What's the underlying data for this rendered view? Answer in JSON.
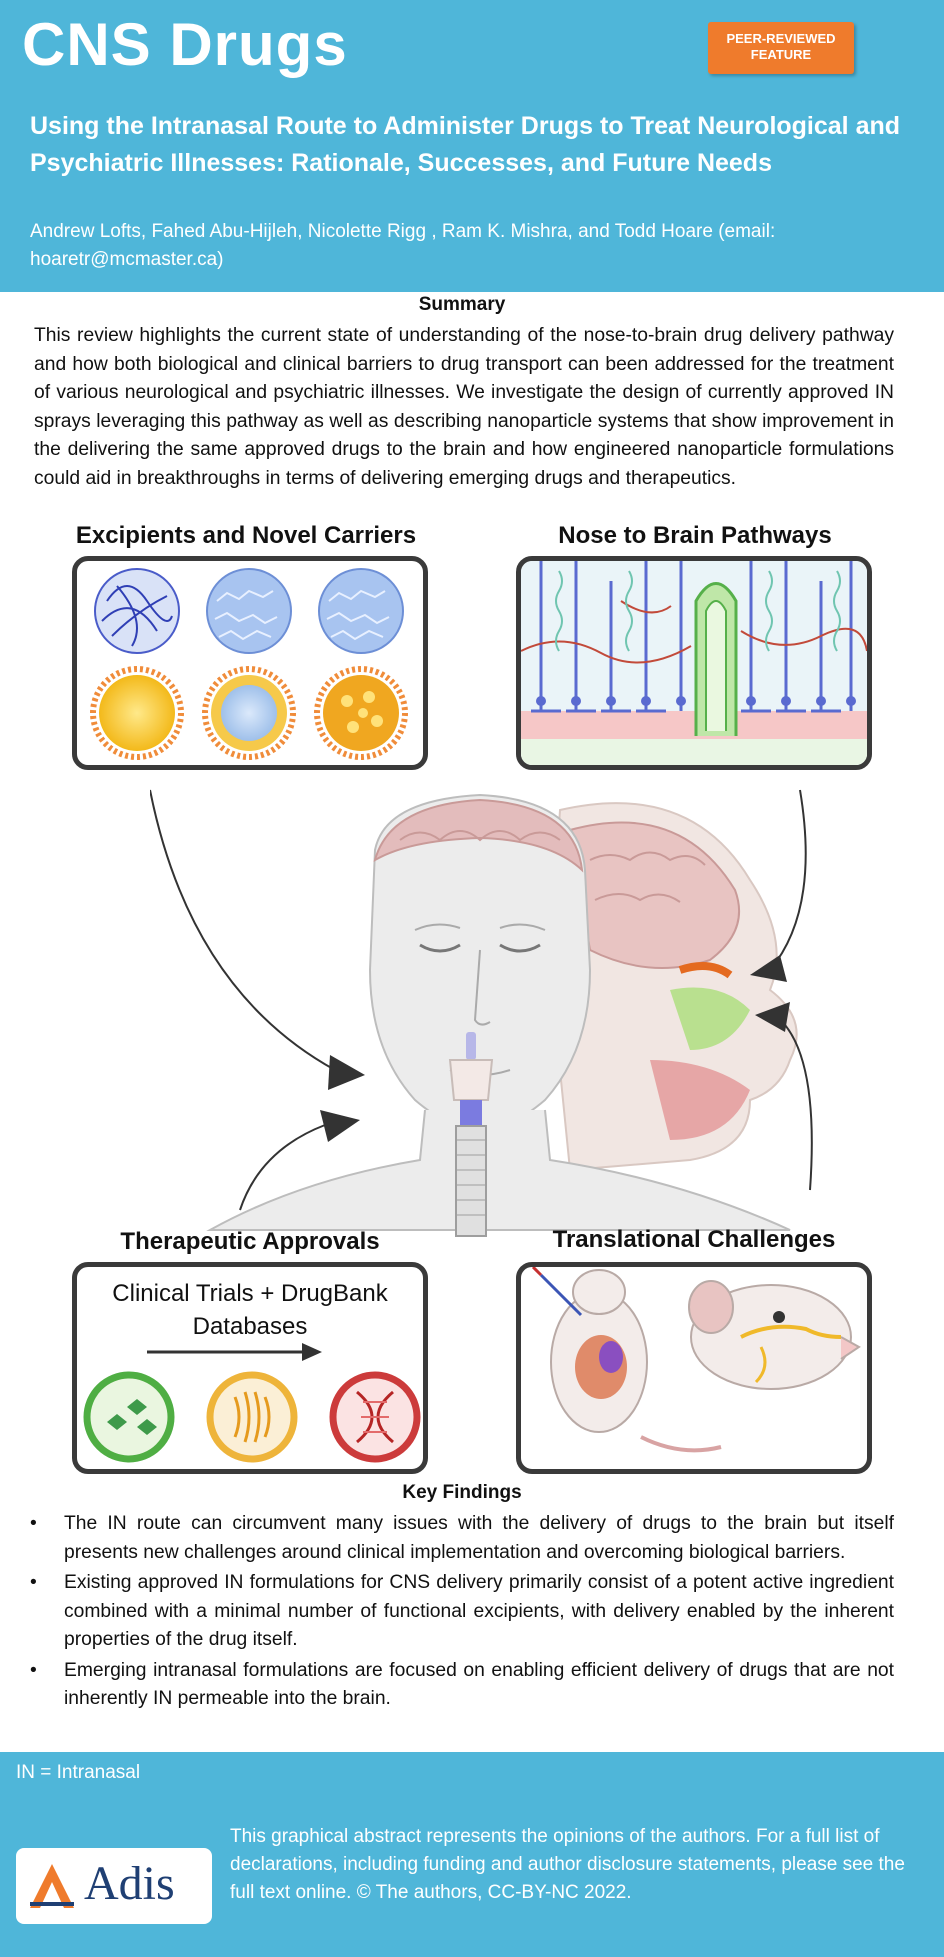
{
  "header": {
    "journal": "CNS Drugs",
    "badge": "PEER-REVIEWED\nFEATURE",
    "title": "Using the Intranasal Route to Administer Drugs to Treat Neurological and Psychiatric Illnesses: Rationale, Successes, and Future Needs",
    "authors": "Andrew Lofts, Fahed Abu-Hijleh, Nicolette Rigg , Ram K. Mishra, and Todd Hoare (email: hoaretr@mcmaster.ca)"
  },
  "summary": {
    "heading": "Summary",
    "text": "This review highlights the current state of understanding of the nose-to-brain drug delivery pathway and how both biological and clinical barriers to drug transport can been addressed for the treatment of various neurological and psychiatric illnesses. We investigate the design of currently approved IN sprays leveraging this pathway as well as describing nanoparticle systems that show improvement in the delivering the same approved drugs to the brain and how engineered nanoparticle formulations could aid in breakthroughs in terms of delivering emerging drugs and therapeutics."
  },
  "panels": {
    "excipients": "Excipients and Novel Carriers",
    "pathways": "Nose to Brain Pathways",
    "approvals": "Therapeutic Approvals",
    "approvals_box": "Clinical Trials + DrugBank Databases",
    "challenges": "Translational Challenges"
  },
  "findings": {
    "heading": "Key Findings",
    "bullet": "•",
    "items": [
      "The IN route can circumvent many issues with the delivery of drugs to the brain but itself presents new challenges around clinical implementation and overcoming biological barriers.",
      "Existing approved IN formulations for CNS delivery primarily consist of a potent active ingredient combined with a minimal number of functional excipients, with delivery enabled by the inherent properties of the drug itself.",
      "Emerging intranasal formulations are focused on enabling efficient delivery of drugs that are not inherently IN permeable into the brain."
    ]
  },
  "footer": {
    "abbreviation": "IN = Intranasal",
    "logo_text": "Adis",
    "disclaimer": "This graphical abstract represents the opinions of the authors. For a full list of declarations, including funding and author disclosure statements, please see the full text online. © The authors, CC-BY-NC 2022."
  },
  "colors": {
    "header_bg": "#4fb6d9",
    "badge_bg": "#ef7b2c",
    "logo_blue": "#1f3f73",
    "logo_orange": "#ef7b2c"
  }
}
